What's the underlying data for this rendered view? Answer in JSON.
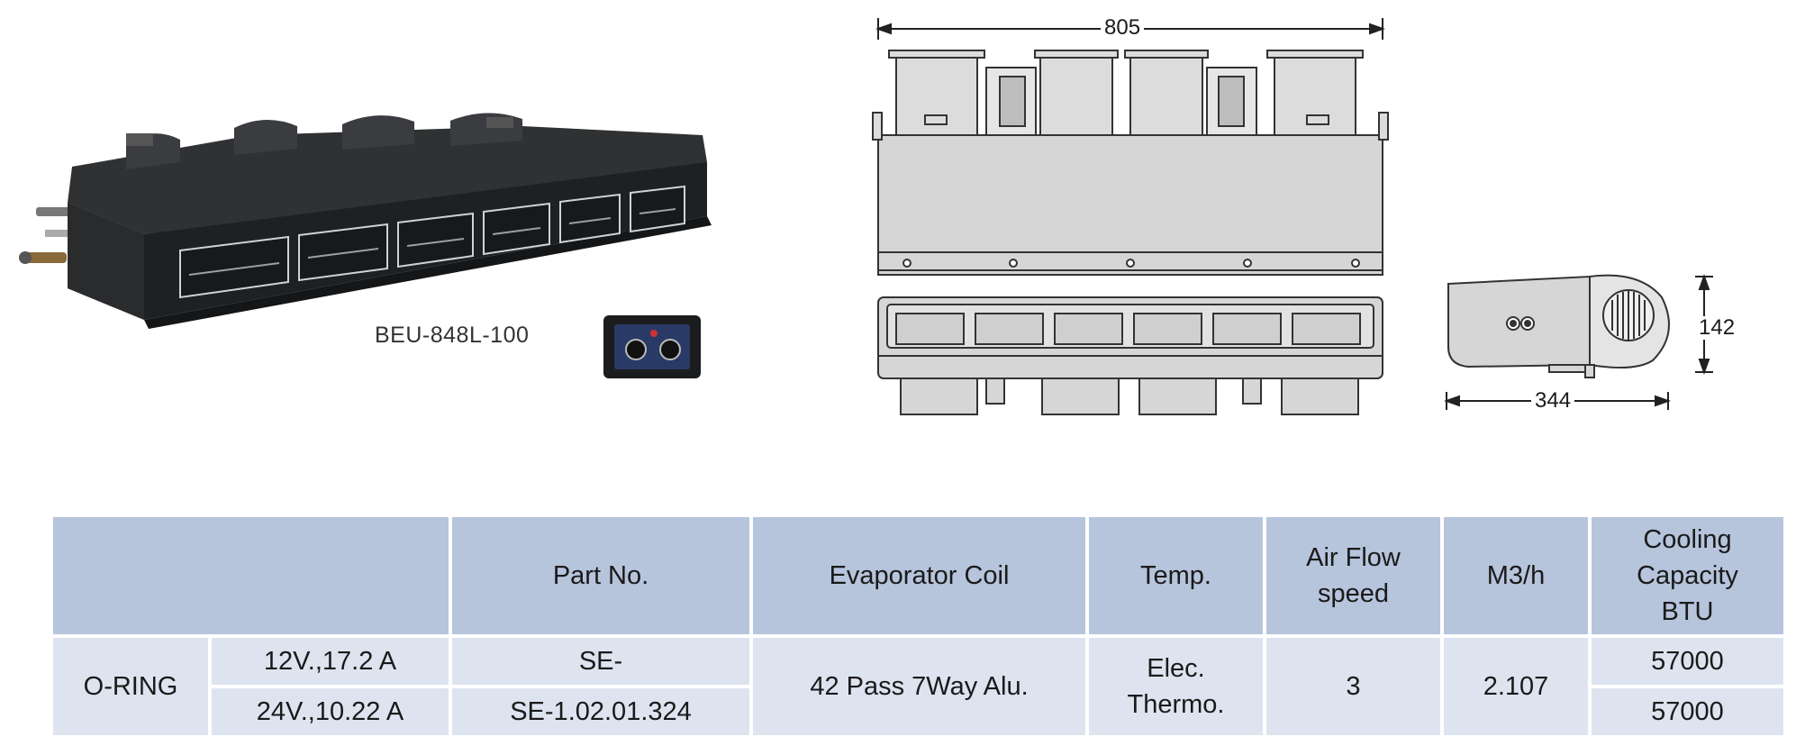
{
  "product": {
    "model": "BEU-848L-100"
  },
  "dimensions": {
    "width": "805",
    "height": "142",
    "depth": "344"
  },
  "table": {
    "headers": {
      "part_no": "Part No.",
      "evaporator_coil": "Evaporator Coil",
      "temp": "Temp.",
      "air_flow": "Air Flow speed",
      "m3h": "M3/h",
      "cooling": "Cooling Capacity BTU"
    },
    "type": "O-RING",
    "evaporator_coil": "42 Pass 7Way Alu.",
    "temp": "Elec. Thermo.",
    "air_flow": "3",
    "m3h": "2.107",
    "rows": [
      {
        "voltage": "12V.,17.2 A",
        "part_no": "SE-",
        "cooling": "57000"
      },
      {
        "voltage": "24V.,10.22 A",
        "part_no": "SE-1.02.01.324",
        "cooling": "57000"
      }
    ]
  },
  "colors": {
    "header_bg": "#b6c4dc",
    "cell_bg": "#dde4f0"
  }
}
